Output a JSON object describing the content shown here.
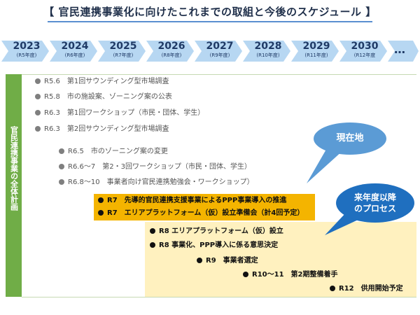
{
  "title": "【 官民連携事業化に向けたこれまでの取組と今後のスケジュール 】",
  "timeline": {
    "years": [
      {
        "year": "2023",
        "reiwa": "(R5年度)"
      },
      {
        "year": "2024",
        "reiwa": "(R6年度)"
      },
      {
        "year": "2025",
        "reiwa": "(R7年度)"
      },
      {
        "year": "2026",
        "reiwa": "(R8年度)"
      },
      {
        "year": "2027",
        "reiwa": "(R9年度)"
      },
      {
        "year": "2028",
        "reiwa": "(R10年度)"
      },
      {
        "year": "2029",
        "reiwa": "(R11年度)"
      },
      {
        "year": "2030",
        "reiwa": "(R12年度"
      }
    ],
    "more": "…",
    "arrow_color": "#b7d7f2"
  },
  "side_label": "官民連携事業の全体計画",
  "items": {
    "i1": "R5.6　第1回サウンディング型市場調査",
    "i2": "R5.8　市の施設案、ゾーニング案の公表",
    "i3": "R6.3　第1回ワークショップ（市民・団体、学生）",
    "i4": "R6.3　第2回サウンディング型市場調査",
    "i5": "R6.5　市のゾーニング案の変更",
    "i6": "R6.6～7　第2・3回ワークショップ（市民・団体、学生）",
    "i7": "R6.8～10　事業者向け官民連携勉強会・ワークショップ）",
    "i8": "R7　先導的官民連携支援事業によるPPP事業導入の推進",
    "i9": "R7　エリアプラットフォーム（仮）設立準備会（計4回予定）",
    "i10": "R8 エリアプラットフォーム（仮）設立",
    "i11": "R8 事業化、PPP導入に係る意思決定",
    "i12": "R9　事業者選定",
    "i13": "R10～11　第2期整備着手",
    "i14": "R12　供用開始予定"
  },
  "callouts": {
    "current": "現在地",
    "future_line1": "来年度以降",
    "future_line2": "のプロセス"
  },
  "colors": {
    "side_green": "#70ad47",
    "highlight_orange": "#f4b400",
    "future_yellow": "#fff1bf",
    "callout_light_blue": "#5b9bd5",
    "callout_dark_blue": "#1f6fbf"
  }
}
